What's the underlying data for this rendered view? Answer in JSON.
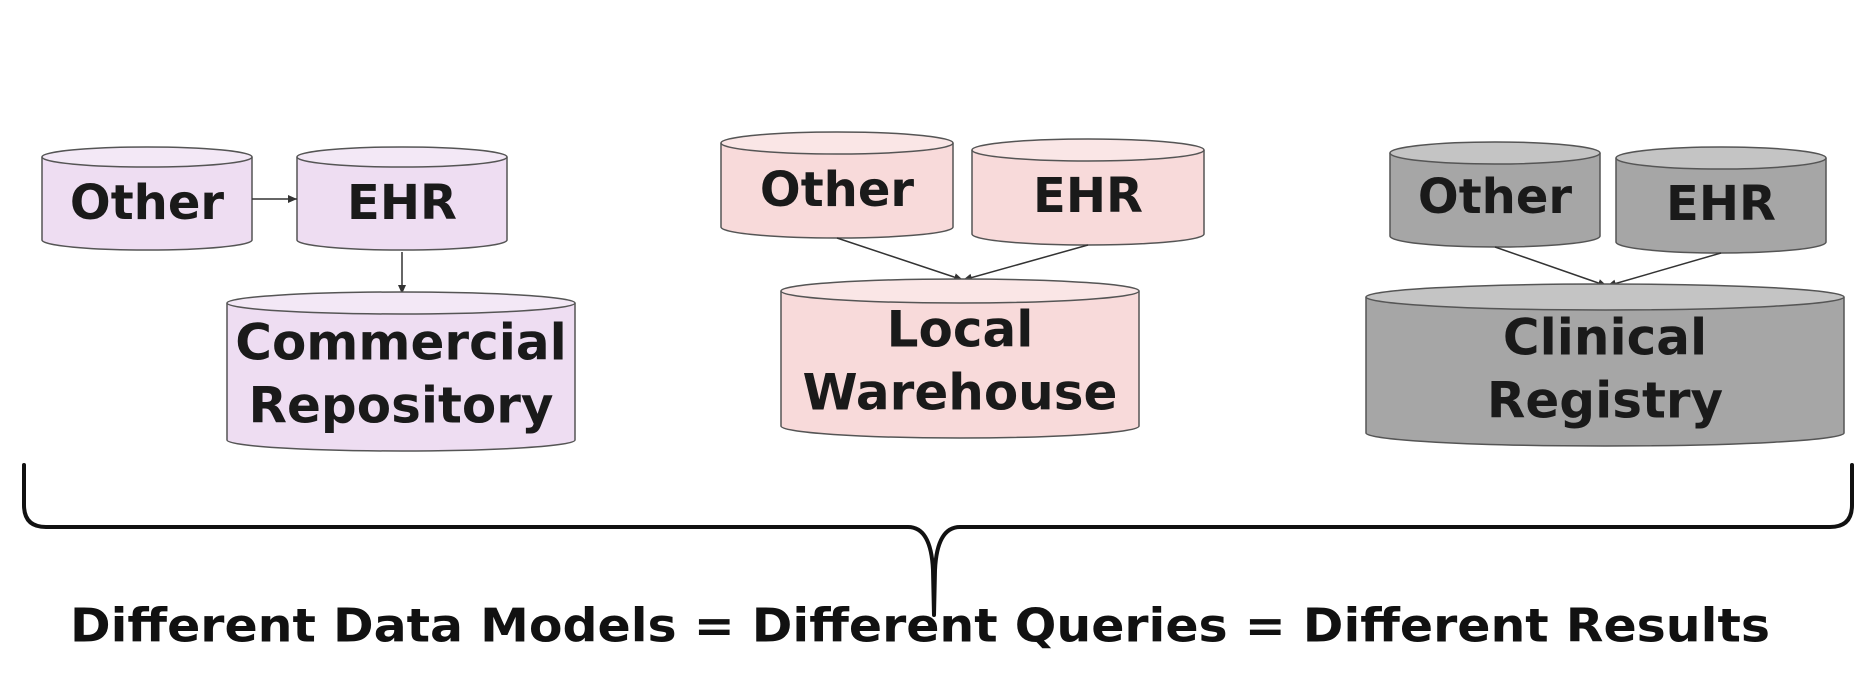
{
  "colors": {
    "group1_fill": "#eeddf2",
    "group1_top": "#f3e8f6",
    "group2_fill": "#f8dada",
    "group2_top": "#fae6e6",
    "group3_fill": "#a6a6a6",
    "group3_top": "#c4c4c4",
    "stroke": "#555555",
    "arrow": "#333333",
    "brace": "#111111"
  },
  "groups": [
    {
      "other_label": "Other",
      "ehr_label": "EHR",
      "repo_line1": "Commercial",
      "repo_line2": "Repository"
    },
    {
      "other_label": "Other",
      "ehr_label": "EHR",
      "repo_line1": "Local",
      "repo_line2": "Warehouse"
    },
    {
      "other_label": "Other",
      "ehr_label": "EHR",
      "repo_line1": "Clinical",
      "repo_line2": "Registry"
    }
  ],
  "caption": "Different Data Models = Different Queries = Different Results"
}
